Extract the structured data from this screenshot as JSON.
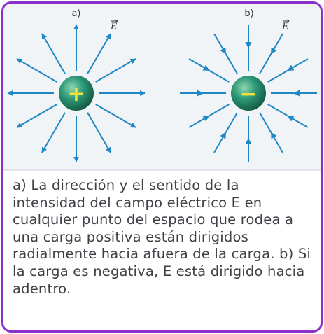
{
  "figure": {
    "panel_a": {
      "label": "a)",
      "field_symbol": "E",
      "charge_sign": "+"
    },
    "panel_b": {
      "label": "b)",
      "field_symbol": "E",
      "charge_sign": "−"
    }
  },
  "caption": {
    "text": "a) La dirección y el sentido de la intensidad del campo eléctrico E en cualquier punto del espacio que rodea a una carga positiva están dirigidos radialmente hacia afuera de la carga. b) Si la carga es negativa, E está dirigido hacia adentro."
  },
  "colors": {
    "border": "#8b2fc9",
    "arrow": "#1f87c4",
    "sphere": "#2e9a78",
    "sign": "#f4e23a",
    "caption_text": "#3f3f46",
    "figure_background": "#f1f4f6"
  },
  "icons": [
    "field-line-arrow",
    "positive-charge-sphere",
    "negative-charge-sphere"
  ]
}
